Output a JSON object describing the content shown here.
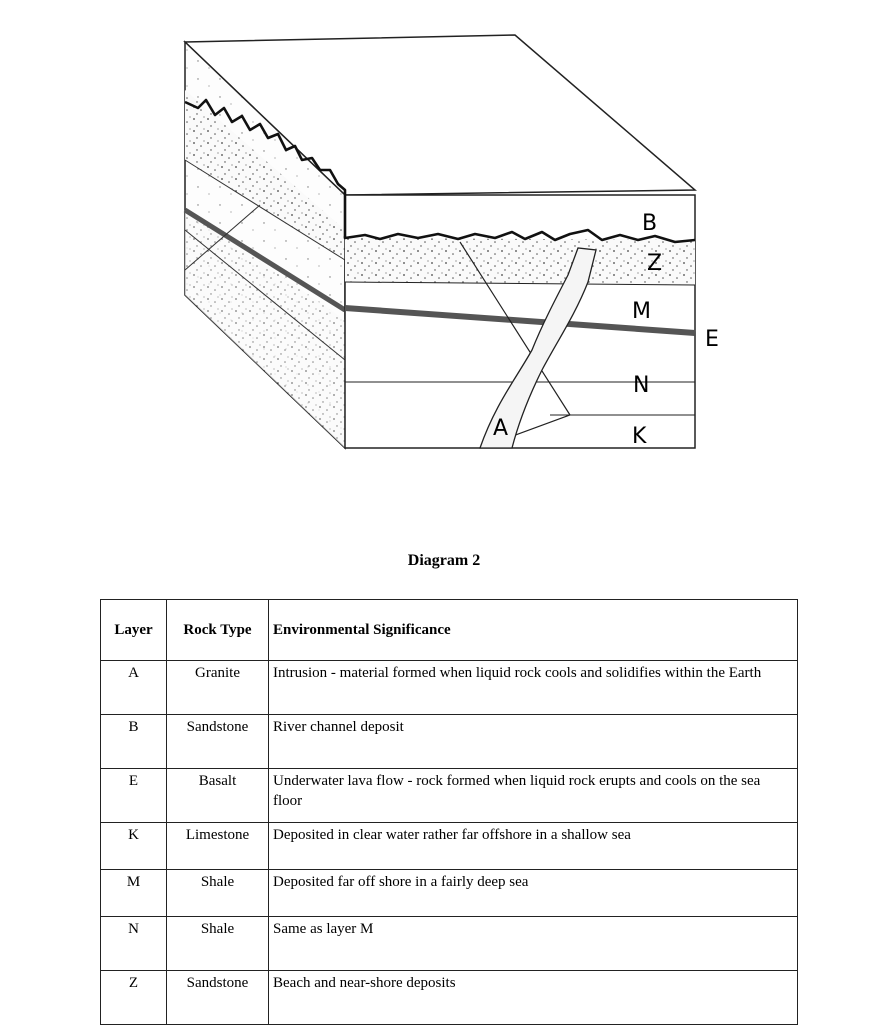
{
  "diagram": {
    "labels": {
      "B": "B",
      "Z": "Z",
      "M": "M",
      "E": "E",
      "N": "N",
      "K": "K",
      "A": "A"
    }
  },
  "caption": "Diagram 2",
  "table": {
    "headers": {
      "layer": "Layer",
      "rock_type": "Rock Type",
      "significance": "Environmental Significance"
    },
    "rows": [
      {
        "layer": "A",
        "rock": "Granite",
        "significance": "Intrusion - material formed when liquid rock cools and solidifies within the Earth"
      },
      {
        "layer": "B",
        "rock": "Sandstone",
        "significance": "River channel deposit"
      },
      {
        "layer": "E",
        "rock": "Basalt",
        "significance": "Underwater lava flow - rock formed when liquid rock erupts and cools on the sea floor"
      },
      {
        "layer": "K",
        "rock": "Limestone",
        "significance": "Deposited in clear water rather far offshore in a shallow sea"
      },
      {
        "layer": "M",
        "rock": "Shale",
        "significance": "Deposited far off shore in a fairly deep sea"
      },
      {
        "layer": "N",
        "rock": "Shale",
        "significance": "Same as layer M"
      },
      {
        "layer": "Z",
        "rock": "Sandstone",
        "significance": "Beach and near-shore deposits"
      }
    ]
  }
}
